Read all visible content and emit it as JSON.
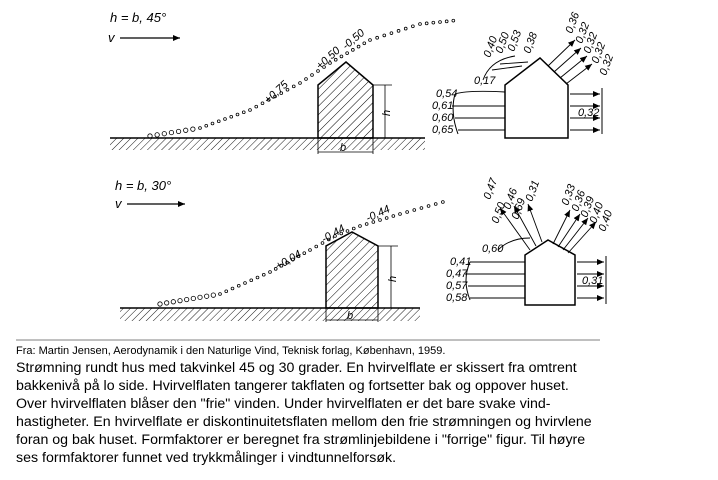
{
  "diagrams": [
    {
      "id": "roof-45",
      "title_h": "h = b, 45°",
      "wind_label": "v",
      "dim_h": "h",
      "dim_b": "b",
      "streamline_factors": [
        "+0,75",
        "+0,50",
        "-0,50"
      ],
      "measured_left": [
        "0,54",
        "0,61",
        "0,60",
        "0,65"
      ],
      "measured_roof_left": [
        "0,17",
        "0,40",
        "0,50",
        "0,53",
        "0,38"
      ],
      "measured_roof_right": [
        "0,36",
        "0,32",
        "0,32",
        "0,32",
        "0,32"
      ],
      "measured_right": [
        "0,32"
      ]
    },
    {
      "id": "roof-30",
      "title_h": "h = b, 30°",
      "wind_label": "v",
      "dim_h": "h",
      "dim_b": "b",
      "streamline_factors": [
        "+0,04",
        "-0,44",
        "-0,44"
      ],
      "measured_left": [
        "0,41",
        "0,47",
        "0,57",
        "0,58"
      ],
      "measured_roof_left": [
        "0,60",
        "0,47",
        "0,50",
        "0,46",
        "0,69",
        "0,31"
      ],
      "measured_roof_right": [
        "0,33",
        "0,36",
        "0,39",
        "0,40",
        "0,40"
      ],
      "measured_right": [
        "0,31"
      ]
    }
  ],
  "caption": {
    "source": "Fra: Martin Jensen, Aerodynamik i den Naturlige Vind,  Teknisk forlag, København, 1959.",
    "lines": [
      "Strømning rundt hus med takvinkel 45 og 30 grader. En hvirvelflate er skissert fra omtrent",
      "bakkenivå på lo side. Hvirvelflaten tangerer takflaten og fortsetter bak og oppover huset.",
      "Over hvirvelflaten blåser den \"frie\" vinden. Under hvirvelflaten er det bare svake vind-",
      "hastigheter. En hvirvelflate er diskontinuitetsflaten mellom den frie strømningen og hvirvlene",
      "foran og bak huset. Formfaktorer er beregnet fra strømlinjebildene i \"forrige\" figur. Til høyre",
      "ses formfaktorer funnet ved trykkmålinger i vindtunnelforsøk."
    ]
  }
}
